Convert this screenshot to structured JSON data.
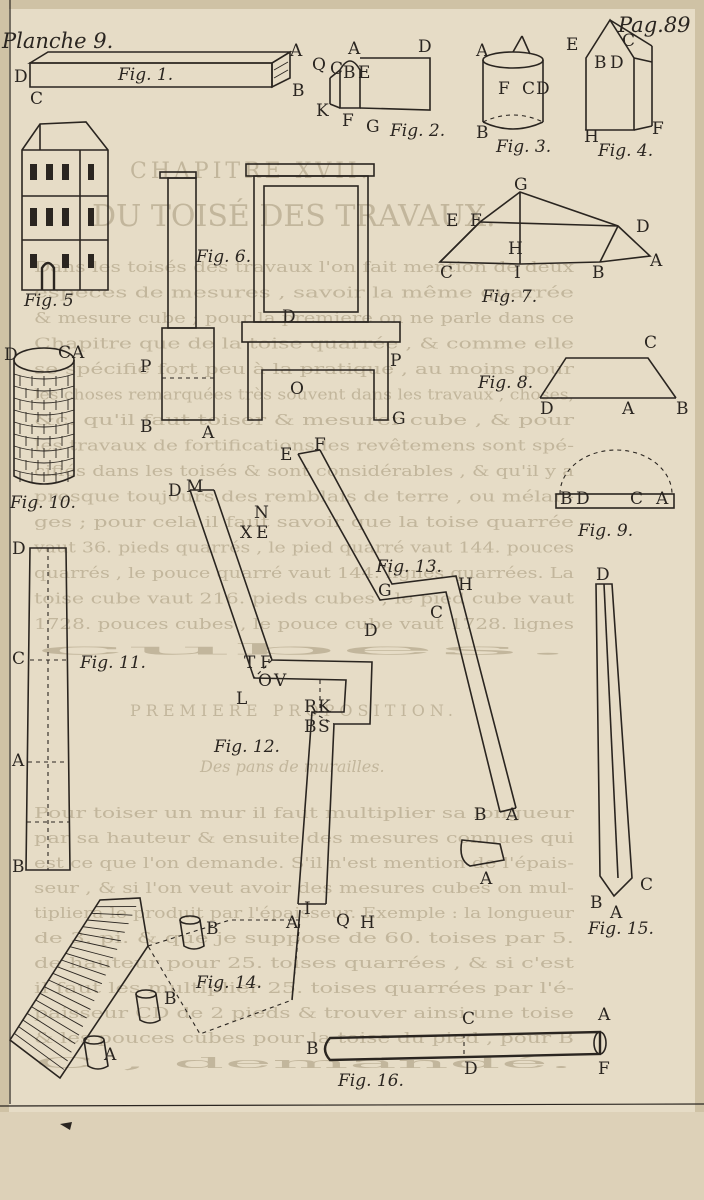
{
  "header": {
    "planche": "Planche 9.",
    "page": "Pag.89"
  },
  "fig1": {
    "caption": "Fig. 1.",
    "labels": [
      "A",
      "B",
      "D",
      "C"
    ]
  },
  "fig2": {
    "caption": "Fig. 2.",
    "labels": [
      "Q",
      "C",
      "B",
      "E",
      "A",
      "D",
      "K",
      "F",
      "G"
    ]
  },
  "fig3": {
    "caption": "Fig. 3.",
    "labels": [
      "A",
      "F",
      "C",
      "D",
      "B"
    ]
  },
  "fig4": {
    "caption": "Fig. 4.",
    "labels": [
      "E",
      "C",
      "B",
      "D",
      "H",
      "F"
    ]
  },
  "fig5": {
    "caption": "Fig. 5"
  },
  "fig6": {
    "caption": "Fig. 6.",
    "labels": [
      "D",
      "P",
      "P",
      "B",
      "A",
      "O",
      "G"
    ]
  },
  "fig7": {
    "caption": "Fig. 7.",
    "labels": [
      "G",
      "E",
      "F",
      "D",
      "H",
      "C",
      "I",
      "B",
      "A"
    ]
  },
  "fig8": {
    "caption": "Fig. 8.",
    "labels": [
      "C",
      "D",
      "A",
      "B"
    ]
  },
  "fig9": {
    "caption": "Fig. 9.",
    "labels": [
      "B",
      "D",
      "C",
      "A"
    ]
  },
  "fig10": {
    "caption": "Fig. 10.",
    "labels": [
      "D",
      "C",
      "A"
    ]
  },
  "fig11": {
    "caption": "Fig. 11.",
    "labels": [
      "D",
      "C",
      "A",
      "B"
    ]
  },
  "fig12": {
    "caption": "Fig. 12.",
    "labels": [
      "D",
      "M",
      "N",
      "X",
      "E",
      "T",
      "F",
      "O",
      "V",
      "L",
      "R",
      "K",
      "B",
      "S",
      "I",
      "Q",
      "H",
      "A"
    ]
  },
  "fig13": {
    "caption": "Fig. 13.",
    "labels": [
      "E",
      "F",
      "G",
      "H",
      "C",
      "D",
      "B",
      "A"
    ]
  },
  "fig14": {
    "caption": "Fig. 14.",
    "labels": [
      "B",
      "B",
      "A"
    ]
  },
  "fig15": {
    "caption": "Fig. 15.",
    "labels": [
      "D",
      "C",
      "B",
      "A"
    ]
  },
  "fig16": {
    "caption": "Fig. 16.",
    "labels": [
      "C",
      "A",
      "B",
      "D",
      "F"
    ]
  },
  "bleed_through": {
    "headings": [
      "CHAPITRE XVII.",
      "DU TOISÉ DES TRAVAUX.",
      "PREMIERE PROPOSITION.",
      "Des pans de murailles."
    ],
    "lines": [
      "Dans les toisés des travaux l'on fait mention de deux",
      "especes de mesures , savoir la même quarrée",
      "& mesure cube ; pour la premiere on ne parle dans ce",
      "Chapitre que de la toise quarrée , & comme elle",
      "se spécifie fort peu à la pratique , au moins pour",
      "les choses remarquées très souvent dans les travaux , choses,",
      "&c. qu'il faut toiser & mesurer cube , & pour",
      "les travaux de fortifications les revêtemens sont spé-",
      "cifiés dans les toisés & sont considérables , & qu'il y a",
      "presque toujours des remblais de terre , ou mélan-",
      "ges ; pour cela il faut savoir que la toise quarrée",
      "vaut 36. pieds quarrés , le pied quarré vaut 144. pouces",
      "quarrés , le pouce quarré vaut 144. lignes quarrées. La",
      "toise cube vaut 216. pieds cubes , le pied cube vaut",
      "1728. pouces cubes , le pouce cube vaut 1728. lignes",
      "cubes.",
      "Pour toiser un mur il faut multiplier sa longueur",
      "par sa hauteur & ensuite des mesures connues qui",
      "est ce que l'on demande. S'il n'est mention de l'épais-",
      "seur , & si l'on veut avoir des mesures cubes on mul-",
      "tipliera le produit par l'épaisseur. Exemple : la longueur",
      "de 3. pi. & que je suppose de 60. toises par 5.",
      "de hauteur pour 25. toises quarrées , & si c'est",
      "il faut les multiplier 25. toises quarrées par l'é-",
      "paisseur CD de 2 pieds & trouver ainsi une toise",
      "& les pouces cubes pour la toise du pied , pour B",
      "C , demandé."
    ]
  }
}
